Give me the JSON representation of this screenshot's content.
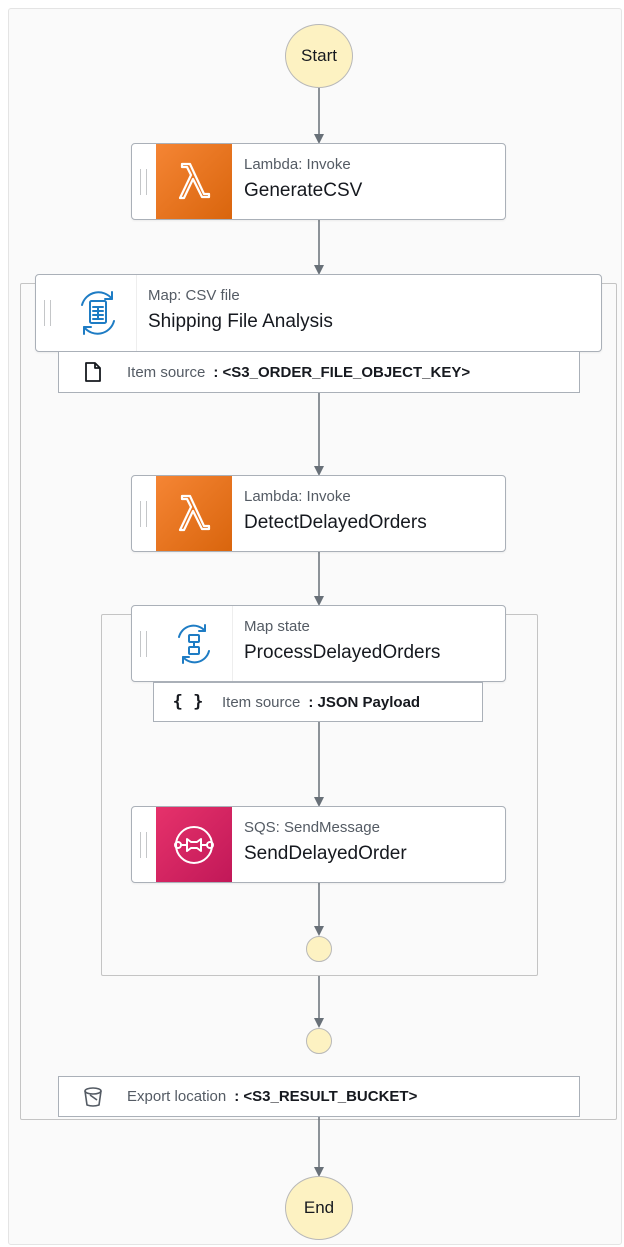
{
  "start": {
    "label": "Start"
  },
  "end": {
    "label": "End"
  },
  "states": {
    "generate_csv": {
      "type": "Lambda: Invoke",
      "name": "GenerateCSV",
      "icon": "lambda-icon"
    },
    "shipping_map": {
      "type": "Map: CSV file",
      "name": "Shipping File Analysis",
      "icon": "csv-map-icon"
    },
    "detect_delayed": {
      "type": "Lambda: Invoke",
      "name": "DetectDelayedOrders",
      "icon": "lambda-icon"
    },
    "process_delayed": {
      "type": "Map state",
      "name": "ProcessDelayedOrders",
      "icon": "map-state-icon"
    },
    "send_delayed": {
      "type": "SQS: SendMessage",
      "name": "SendDelayedOrder",
      "icon": "sqs-icon"
    }
  },
  "item_sources": {
    "outer": {
      "label": "Item source",
      "value": ": <S3_ORDER_FILE_OBJECT_KEY>",
      "icon": "file-icon"
    },
    "inner": {
      "label": "Item source",
      "value": ": JSON Payload",
      "icon": "json-braces-icon"
    }
  },
  "export": {
    "label": "Export location",
    "value": ": <S3_RESULT_BUCKET>",
    "icon": "bucket-icon"
  },
  "colors": {
    "lambda": "#e8711c",
    "sqs": "#d42468",
    "map_icon": "#1e7cc4",
    "terminal_fill": "#fdf2c2",
    "edge": "#687078"
  }
}
